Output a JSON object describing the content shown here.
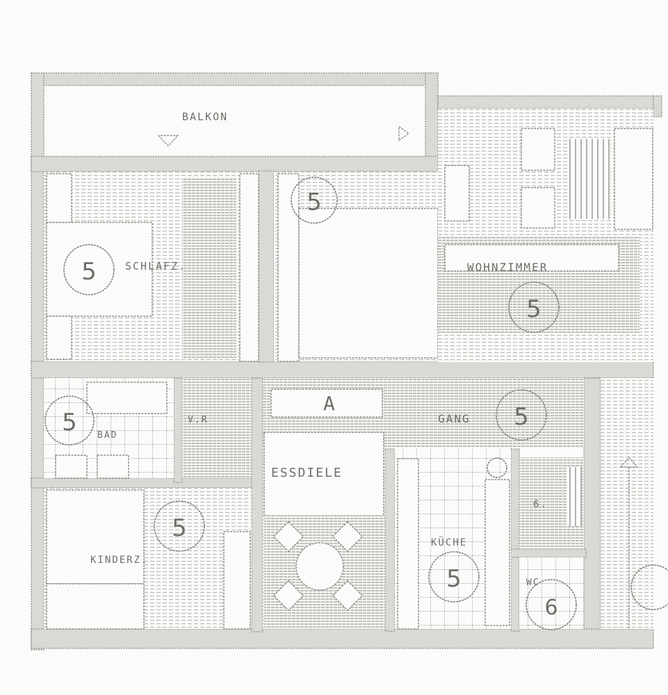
{
  "rooms": {
    "balkon": "BALKON",
    "schlafz": "SCHLAFZ.",
    "wohnzimmer": "WOHNZIMMER",
    "bad": "BAD",
    "vr": "V.R",
    "gang": "GANG",
    "essdiele": "ESSDIELE",
    "kinderz": "KINDERZ.",
    "kuche": "KÜCHE",
    "wc": "WC",
    "small_room": "6."
  },
  "marks": {
    "a": "A",
    "five": "5",
    "six": "6"
  },
  "colors": {
    "paper": "#fbfbfa",
    "ink": "#7a7a76"
  }
}
